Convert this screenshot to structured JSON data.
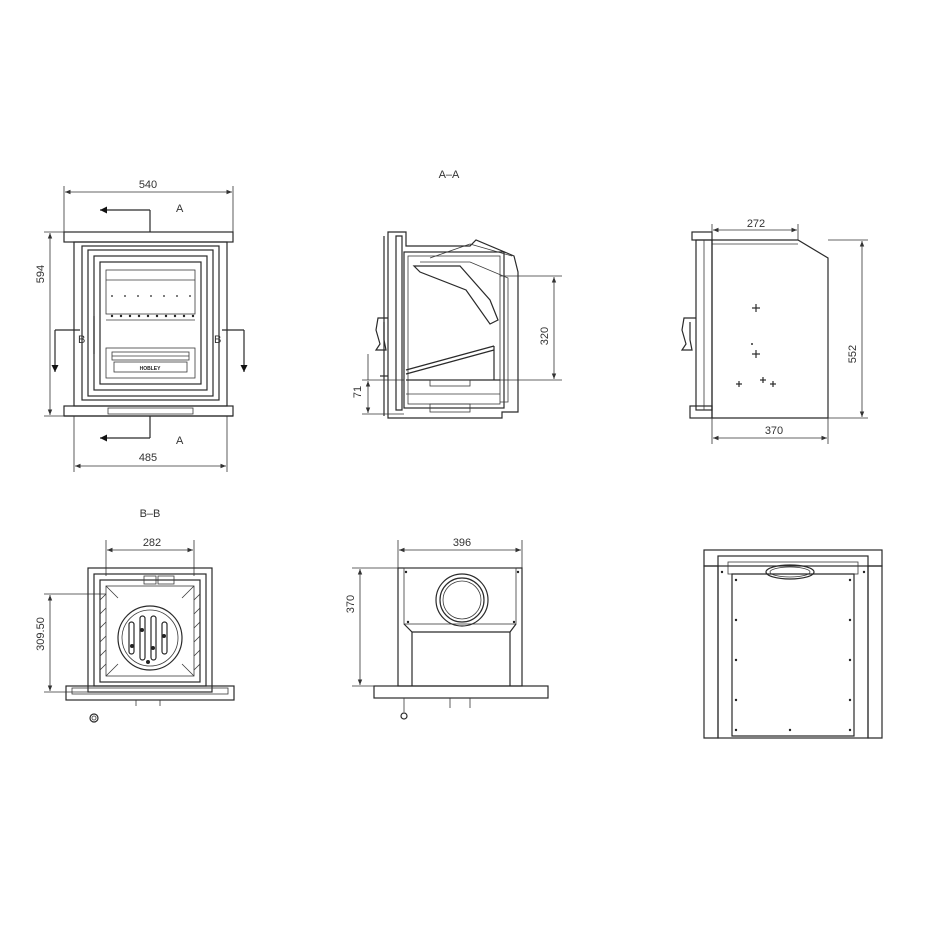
{
  "section_labels": {
    "section_a_top": "A",
    "section_a_bottom": "A",
    "section_b_left": "B",
    "section_b_right": "B",
    "view_a_a": "A–A",
    "view_b_b": "B–B"
  },
  "dimensions": {
    "front_width_top": "540",
    "front_height": "594",
    "front_width_bottom": "485",
    "aa_firebox_height": "320",
    "aa_base_height": "71",
    "side_depth_top": "272",
    "side_height": "552",
    "side_depth_bottom": "370",
    "bb_firebox_width": "282",
    "bb_firebox_height": "309.50",
    "rear_width": "396",
    "rear_height": "370"
  },
  "brand_label": "HOBLEY"
}
